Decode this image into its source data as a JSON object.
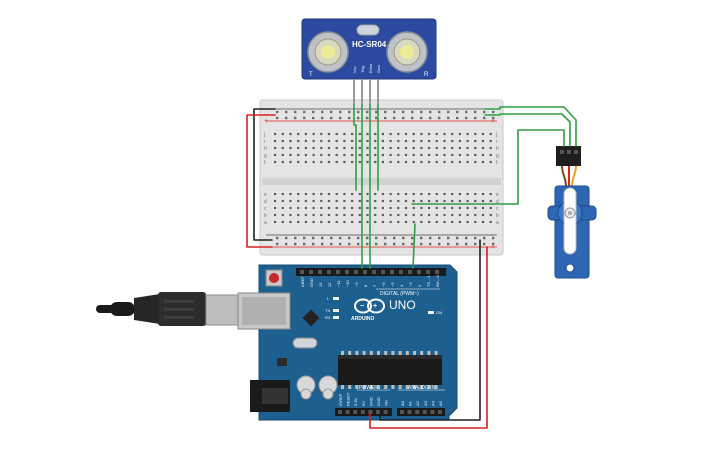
{
  "sensor": {
    "model": "HC-SR04",
    "left_marker": "T",
    "right_marker": "R",
    "pins": [
      "Vcc",
      "Trig",
      "Echo",
      "Gnd"
    ]
  },
  "breadboard": {
    "top_rails": [
      "-",
      "+"
    ],
    "bottom_rails": [
      "-",
      "+"
    ],
    "row_letters_upper": [
      "j",
      "i",
      "h",
      "g",
      "f"
    ],
    "row_letters_lower": [
      "e",
      "d",
      "c",
      "b",
      "a"
    ]
  },
  "arduino": {
    "model": "UNO",
    "brand": "ARDUINO",
    "digital_header": "DIGITAL (PWM~)",
    "power_header": "POWER",
    "analog_header": "ANALOG IN",
    "digital_pins": [
      "AREF",
      "GND",
      "13",
      "12",
      "~11",
      "~10",
      "~9",
      "8",
      "7",
      "~6",
      "~5",
      "4",
      "~3",
      "2",
      "TX→1",
      "RX←0"
    ],
    "power_pins": [
      "IOREF",
      "RESET",
      "3.3V",
      "5V",
      "GND",
      "GND",
      "Vin"
    ],
    "analog_pins": [
      "A0",
      "A1",
      "A2",
      "A3",
      "A4",
      "A5"
    ],
    "leds": [
      "L",
      "TX",
      "RX",
      "ON"
    ]
  },
  "colors": {
    "sensor_board": "#2b4aa0",
    "arduino_board": "#1d5f8e",
    "servo_body": "#2d66b2",
    "wire_green": "#2ea043",
    "wire_red": "#d62020",
    "wire_black": "#202020",
    "breadboard": "#e2e2e2"
  }
}
